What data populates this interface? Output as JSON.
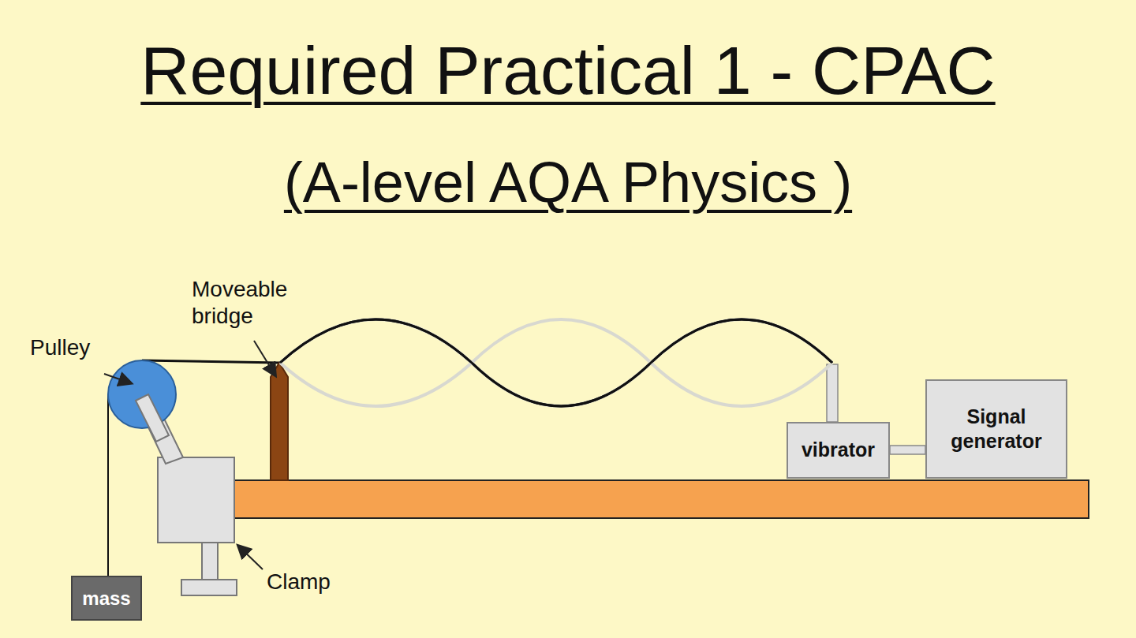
{
  "diagram": {
    "title": "Required Practical 1 - CPAC",
    "nodes": [
      {
        "text": [
          "vibrator"
        ]
      },
      {
        "text": [
          "Signal generator"
        ]
      },
      {
        "text": [
          "mass"
        ]
      }
    ],
    "edges": [
      {
        "from": 1,
        "to": 0,
        "arrow": "none"
      }
    ],
    "labels": [
      "(A-level AQA Physics )",
      "Moveable bridge",
      "Pulley",
      "Clamp"
    ]
  }
}
